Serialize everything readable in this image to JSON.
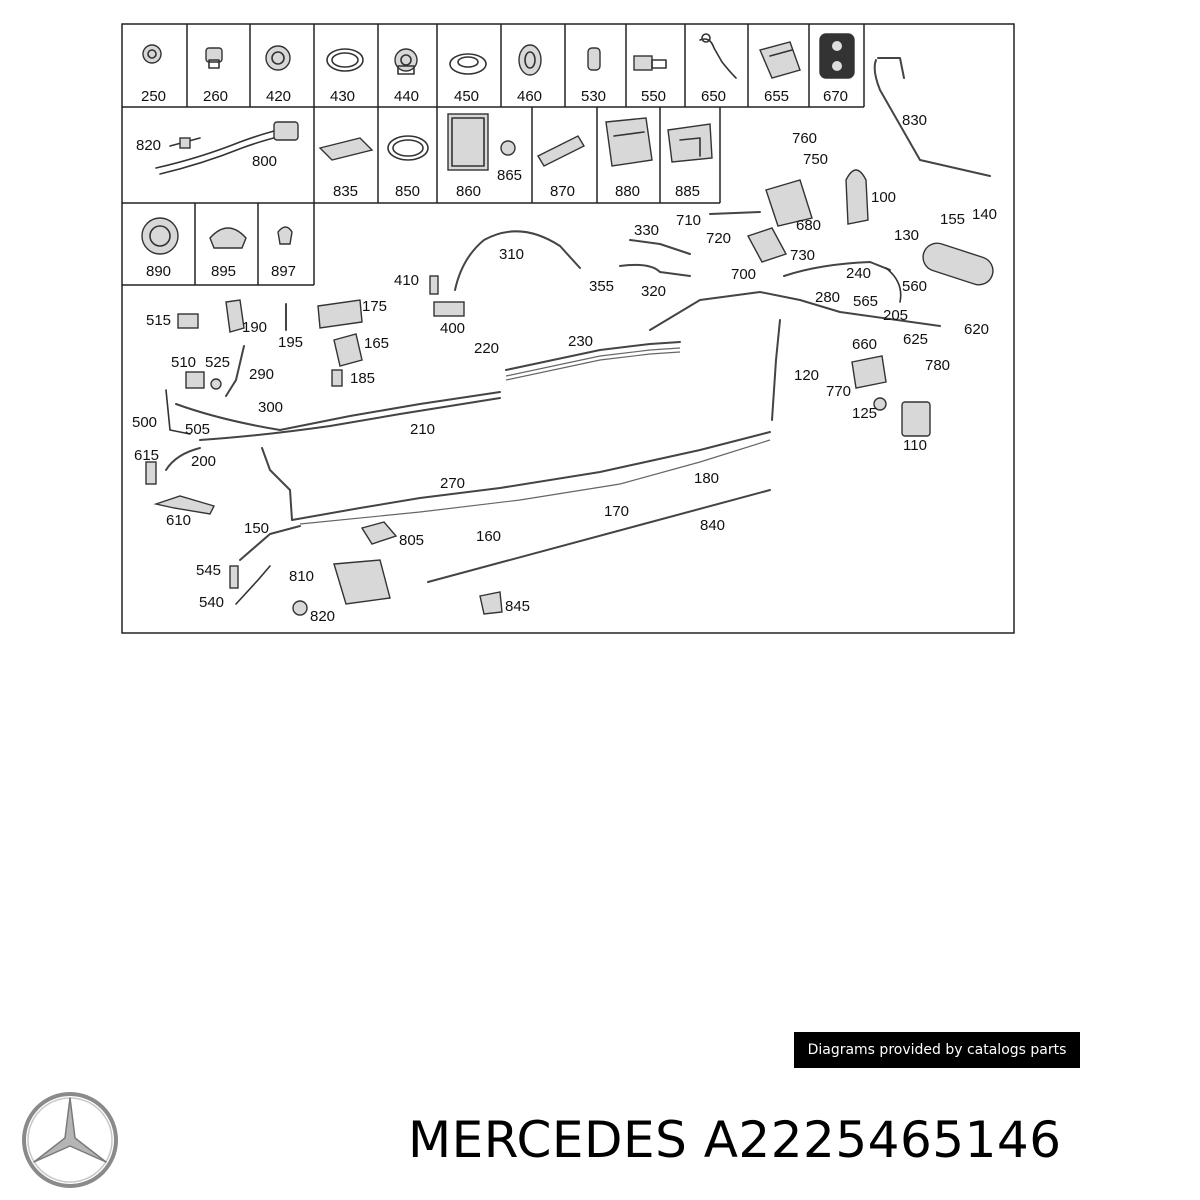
{
  "labels": {
    "l250": "250",
    "l260": "260",
    "l420": "420",
    "l430": "430",
    "l440": "440",
    "l450": "450",
    "l460": "460",
    "l530": "530",
    "l550": "550",
    "l650": "650",
    "l655": "655",
    "l670": "670",
    "l830": "830",
    "l820a": "820",
    "l800": "800",
    "l835": "835",
    "l850": "850",
    "l860": "860",
    "l865": "865",
    "l870": "870",
    "l880": "880",
    "l885": "885",
    "l760": "760",
    "l750": "750",
    "l100": "100",
    "l890": "890",
    "l895": "895",
    "l897": "897",
    "l310": "310",
    "l330": "330",
    "l710": "710",
    "l720": "720",
    "l680": "680",
    "l730": "730",
    "l700": "700",
    "l155": "155",
    "l140": "140",
    "l130": "130",
    "l410": "410",
    "l355": "355",
    "l320": "320",
    "l240": "240",
    "l560": "560",
    "l280": "280",
    "l565": "565",
    "l205": "205",
    "l515": "515",
    "l190": "190",
    "l175": "175",
    "l195": "195",
    "l165": "165",
    "l400": "400",
    "l220": "220",
    "l230": "230",
    "l625": "625",
    "l620": "620",
    "l660": "660",
    "l510": "510",
    "l525": "525",
    "l290": "290",
    "l185": "185",
    "l120": "120",
    "l780": "780",
    "l770": "770",
    "l300": "300",
    "l500": "500",
    "l505": "505",
    "l210": "210",
    "l125": "125",
    "l110": "110",
    "l615": "615",
    "l200": "200",
    "l270": "270",
    "l180": "180",
    "l610": "610",
    "l170": "170",
    "l840": "840",
    "l150": "150",
    "l805": "805",
    "l160": "160",
    "l545": "545",
    "l810": "810",
    "l540": "540",
    "l820b": "820",
    "l845": "845"
  },
  "credit": "Diagrams provided by catalogs parts",
  "brand_line": "MERCEDES A2225465146",
  "logo": "mercedes-star-logo"
}
